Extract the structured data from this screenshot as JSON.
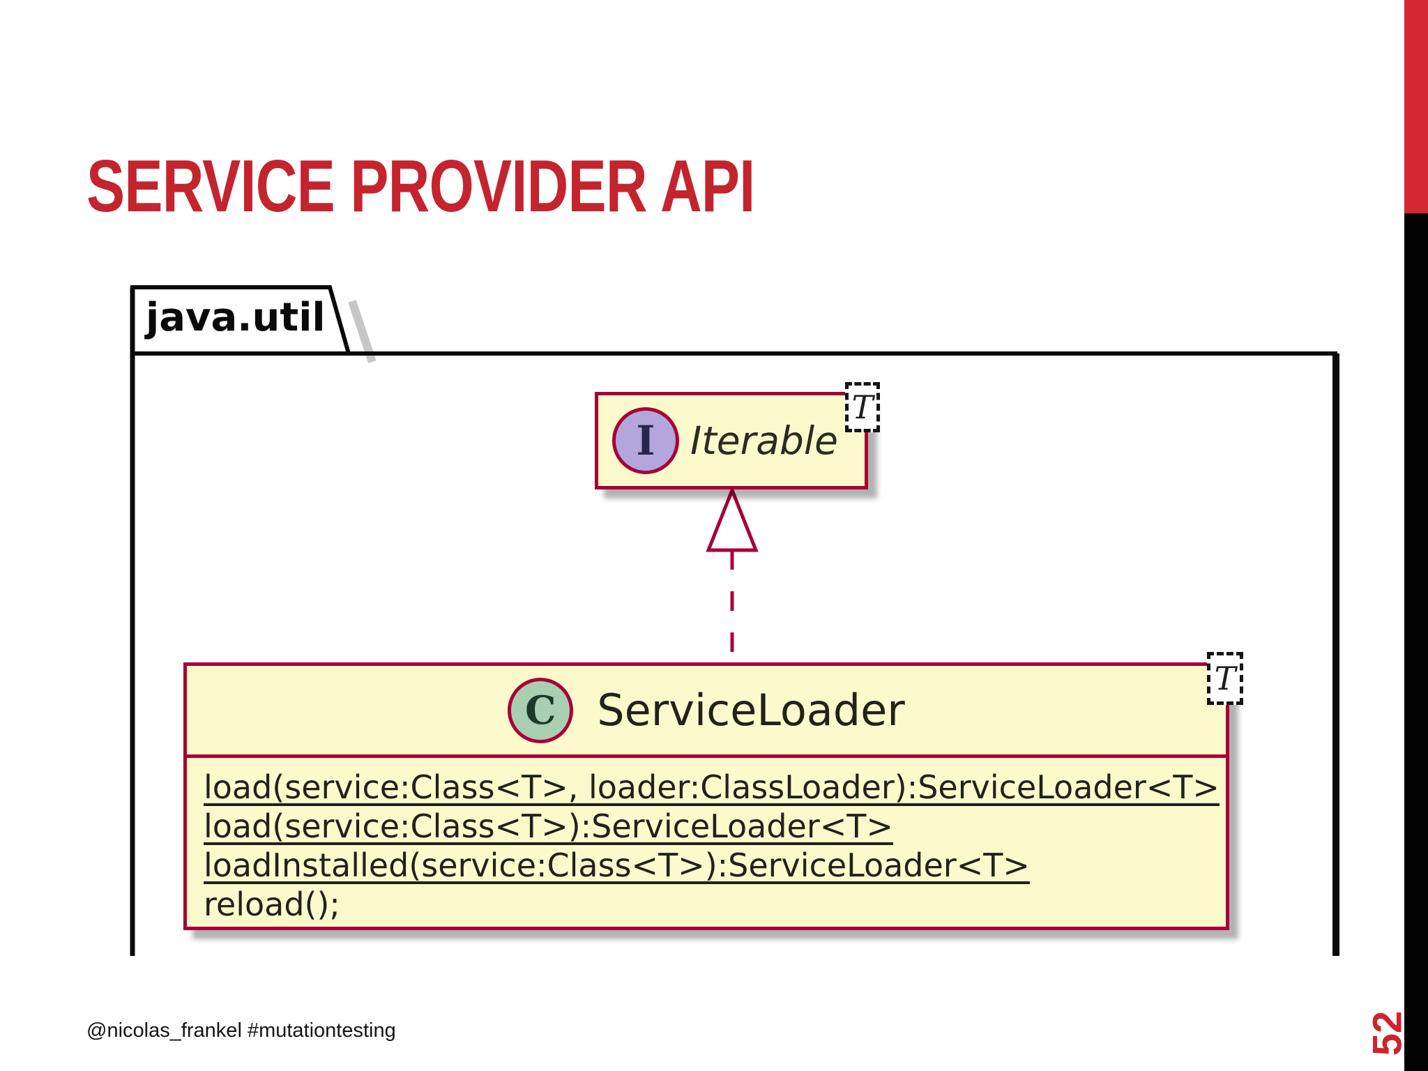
{
  "slide": {
    "title": "SERVICE PROVIDER API",
    "footer": "@nicolas_frankel #mutationtesting",
    "page_number": "52"
  },
  "colors": {
    "title_red": "#C4242E",
    "edge_strip_red": "#D32733",
    "edge_strip_black": "#030303",
    "uml_border_crimson": "#A80036",
    "uml_fill_yellow": "#FCFACD",
    "interface_spot_fill": "#B3A6DC",
    "class_spot_fill": "#A9CFB2"
  },
  "diagram": {
    "package_name": "java.util",
    "interface": {
      "spot_letter": "I",
      "name": "Iterable",
      "generic": "T"
    },
    "class": {
      "spot_letter": "C",
      "name": "ServiceLoader",
      "generic": "T",
      "methods": [
        {
          "text": "load(service:Class<T>, loader:ClassLoader):ServiceLoader<T>",
          "static": true
        },
        {
          "text": "load(service:Class<T>):ServiceLoader<T>",
          "static": true
        },
        {
          "text": "loadInstalled(service:Class<T>):ServiceLoader<T>",
          "static": true
        },
        {
          "text": "reload();",
          "static": false
        }
      ]
    },
    "relation": "ServiceLoader ..|> Iterable (realization)"
  }
}
